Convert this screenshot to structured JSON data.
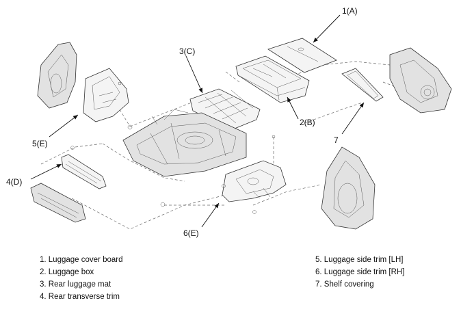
{
  "callouts": {
    "c1": "1(A)",
    "c2": "2(B)",
    "c3": "3(C)",
    "c4": "4(D)",
    "c5": "5(E)",
    "c6": "6(E)",
    "c7": "7"
  },
  "legend": {
    "left": [
      "1. Luggage cover board",
      "2. Luggage box",
      "3. Rear luggage mat",
      "4. Rear transverse trim"
    ],
    "right": [
      "5. Luggage side trim [LH]",
      "6. Luggage side trim [RH]",
      "7. Shelf covering"
    ]
  }
}
